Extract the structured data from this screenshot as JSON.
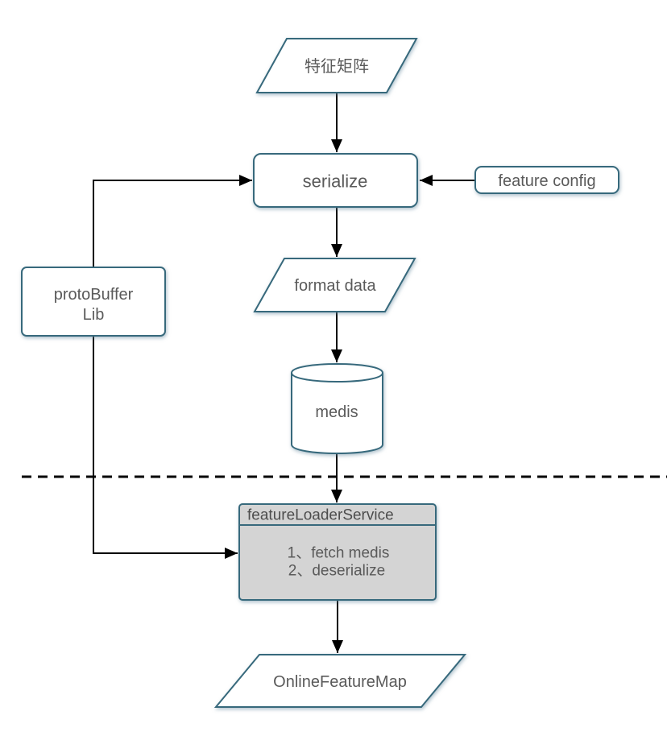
{
  "diagram": {
    "nodes": {
      "feature_matrix": {
        "label": "特征矩阵",
        "shape": "parallelogram"
      },
      "serialize": {
        "label": "serialize",
        "shape": "rounded-rect"
      },
      "feature_config": {
        "label": "feature config",
        "shape": "rounded-rect"
      },
      "protobuffer_lib": {
        "label_line1": "protoBuffer",
        "label_line2": "Lib",
        "shape": "rounded-rect"
      },
      "format_data": {
        "label": "format data",
        "shape": "parallelogram"
      },
      "medis": {
        "label": "medis",
        "shape": "cylinder"
      },
      "feature_loader_service": {
        "title": "featureLoaderService",
        "steps": [
          "1、fetch medis",
          "2、deserialize"
        ],
        "shape": "titled-rect"
      },
      "online_feature_map": {
        "label": "OnlineFeatureMap",
        "shape": "parallelogram"
      }
    },
    "edges": [
      {
        "from": "feature_matrix",
        "to": "serialize",
        "type": "arrow"
      },
      {
        "from": "feature_config",
        "to": "serialize",
        "type": "arrow"
      },
      {
        "from": "protobuffer_lib",
        "to": "serialize",
        "type": "arrow"
      },
      {
        "from": "serialize",
        "to": "format_data",
        "type": "arrow"
      },
      {
        "from": "format_data",
        "to": "medis",
        "type": "arrow"
      },
      {
        "from": "medis",
        "to": "feature_loader_service",
        "type": "arrow"
      },
      {
        "from": "protobuffer_lib",
        "to": "feature_loader_service",
        "type": "arrow"
      },
      {
        "from": "feature_loader_service",
        "to": "online_feature_map",
        "type": "arrow"
      }
    ],
    "separator": {
      "type": "dashed-line",
      "orientation": "horizontal"
    },
    "colors": {
      "shape_border": "#37697c",
      "shape_fill": "#ffffff",
      "loader_fill": "#d4d4d4",
      "label_text": "#5a5a5a",
      "connector": "#000000",
      "background": "#ffffff"
    }
  }
}
